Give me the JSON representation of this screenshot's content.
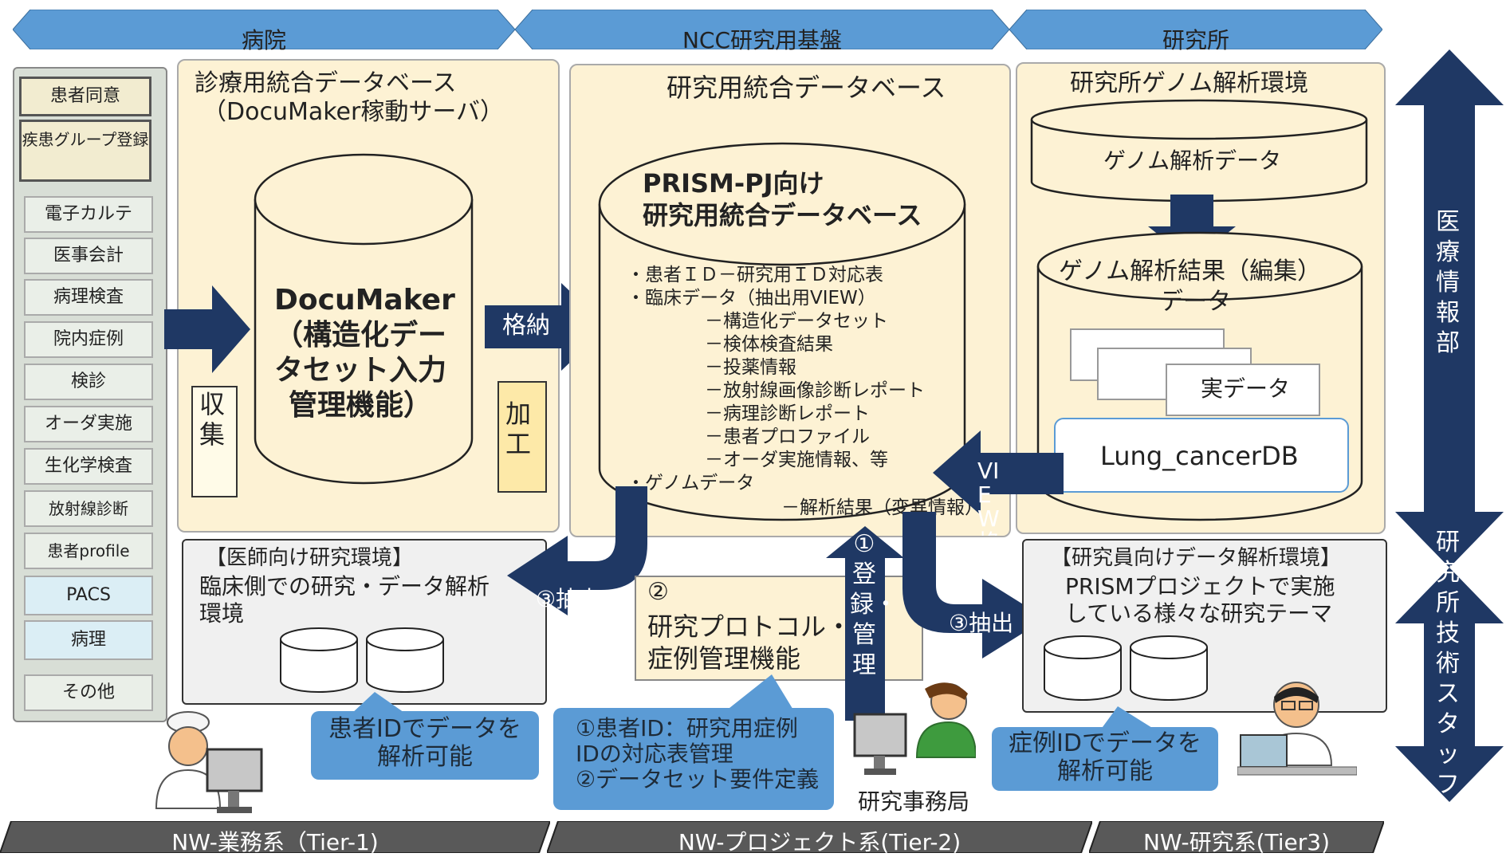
{
  "top_bands": {
    "hospital": "病院",
    "ncc": "NCC研究用基盤",
    "institute": "研究所"
  },
  "left_column": {
    "items": [
      "患者同意",
      "疾患グループ登録",
      "電子カルテ",
      "医事会計",
      "病理検査",
      "院内症例",
      "検診",
      "オーダ実施",
      "生化学検査",
      "放射線診断",
      "患者profile",
      "PACS",
      "病理",
      "その他"
    ]
  },
  "collect_label": "収集",
  "process_label": "加工",
  "store_label": "格納",
  "clinical_db": {
    "title_line1": "診療用統合データベース",
    "title_line2": "（DocuMaker稼動サーバ）",
    "cyl_line1": "DocuMaker",
    "cyl_line2": "（構造化デー",
    "cyl_line3": "タセット入力",
    "cyl_line4": "管理機能）"
  },
  "research_db": {
    "title": "研究用統合データベース",
    "cyl_title_line1": "PRISM-PJ向け",
    "cyl_title_line2": "研究用統合データベース",
    "lines": [
      "・患者ＩＤ－研究用ＩＤ対応表",
      "・臨床データ（抽出用VIEW）",
      "－構造化データセット",
      "－検体検査結果",
      "－投薬情報",
      "－放射線画像診断レポート",
      "－病理診断レポート",
      "－患者プロファイル",
      "－オーダ実施情報、等",
      "・ゲノムデータ",
      "－解析結果（変異情報）"
    ]
  },
  "genome_env": {
    "title": "研究所ゲノム解析環境",
    "genome_data": "ゲノム解析データ",
    "result_line1": "ゲノム解析結果（編集）",
    "result_line2": "データ",
    "real_data": "実データ",
    "lung_db": "Lung_cancerDB",
    "view_label": "VIEW格納"
  },
  "right_arrow": {
    "top": "医療情報部",
    "bottom": "研究所技術スタッフ"
  },
  "doctor_env": {
    "line1": "【医師向け研究環境】",
    "line2": "臨床側での研究・データ解析",
    "line3": "環境"
  },
  "extract_left": "③抽出",
  "extract_right": "③抽出",
  "protocol": {
    "num": "②",
    "line1": "研究プロトコル・",
    "line2": "症例管理機能"
  },
  "register": "①登録・管理",
  "researcher_env": {
    "line1": "【研究員向けデータ解析環境】",
    "line2": "PRISMプロジェクトで実施",
    "line3": "している様々な研究テーマ"
  },
  "callouts": {
    "patient_line1": "患者IDでデータを",
    "patient_line2": "解析可能",
    "mgmt_line1": "①患者ID：研究用症例",
    "mgmt_line2": "IDの対応表管理",
    "mgmt_line3": "②データセット要件定義",
    "case_line1": "症例IDでデータを",
    "case_line2": "解析可能"
  },
  "office_label": "研究事務局",
  "networks": {
    "tier1": "NW-業務系（Tier-1)",
    "tier2": "NW-プロジェクト系(Tier-2)",
    "tier3": "NW-研究系(Tier3)"
  },
  "colors": {
    "band_blue": "#5b9bd5",
    "navy": "#1f3864",
    "panel_cream": "#fdf2d4",
    "net_grey": "#595959"
  }
}
